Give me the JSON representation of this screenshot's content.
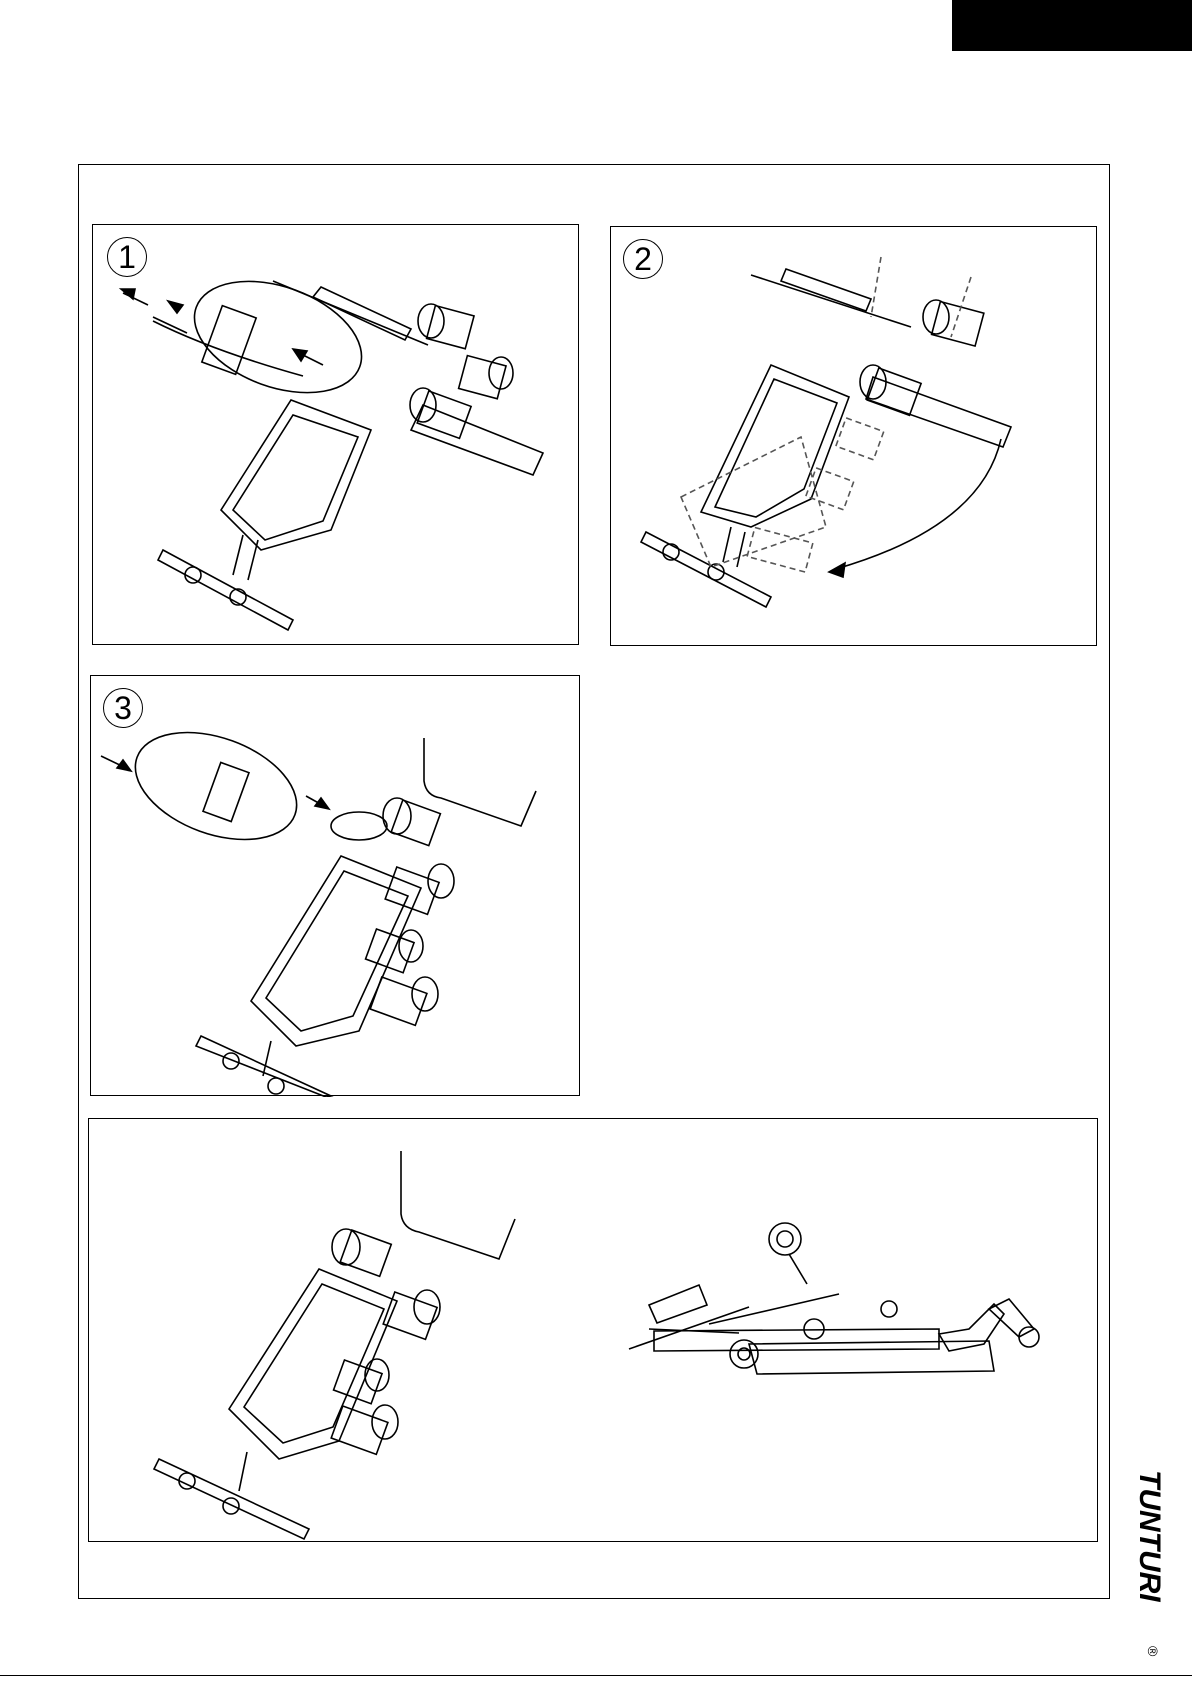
{
  "steps": [
    {
      "number": "1"
    },
    {
      "number": "2"
    },
    {
      "number": "3"
    }
  ],
  "brand": {
    "name": "TUNTURI",
    "mark": "®"
  }
}
